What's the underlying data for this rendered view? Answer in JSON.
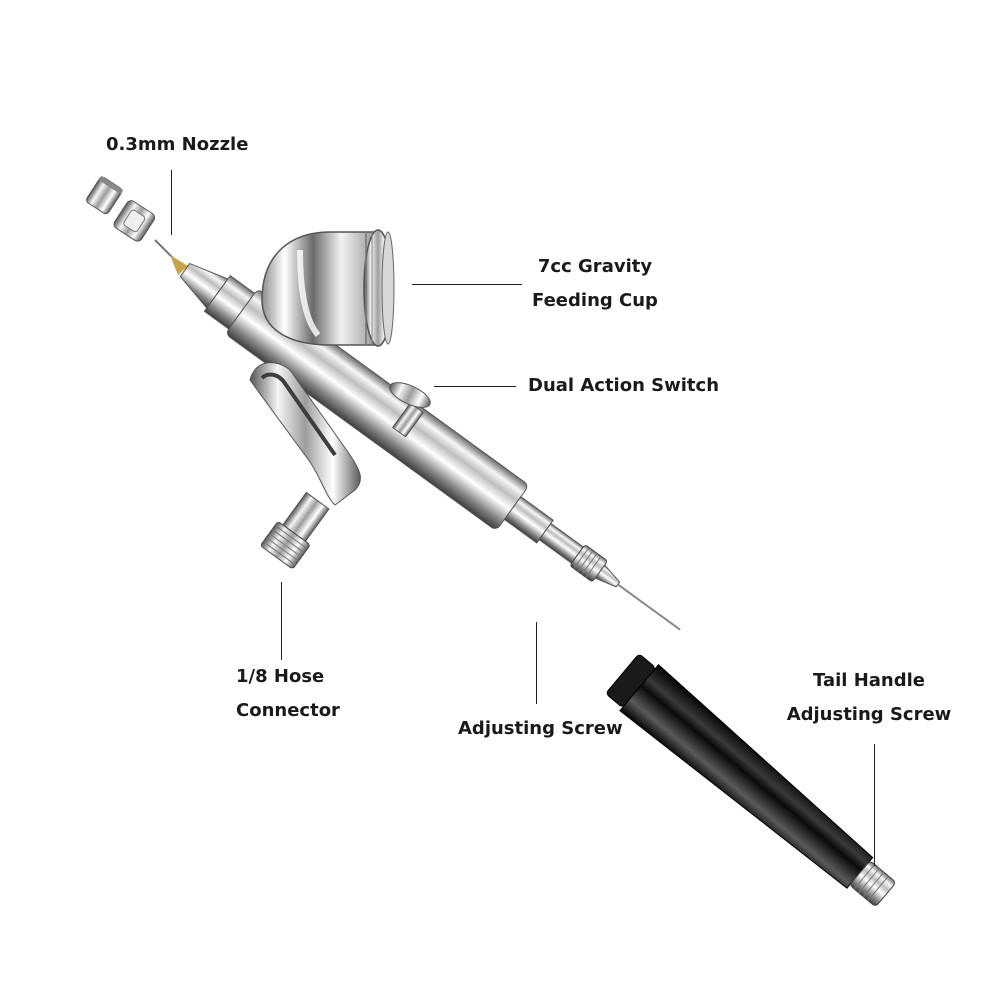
{
  "labels": {
    "nozzle": "0.3mm Nozzle",
    "cup_line1": "7cc Gravity",
    "cup_line2": "Feeding Cup",
    "switch": "Dual Action Switch",
    "hose_line1": "1/8 Hose",
    "hose_line2": "Connector",
    "adjusting_screw": "Adjusting Screw",
    "tail_line1": "Tail Handle",
    "tail_line2": "Adjusting Screw"
  },
  "colors": {
    "chrome_light": "#f4f4f4",
    "chrome_mid": "#b8b8b8",
    "chrome_dark": "#5a5a5a",
    "handle_black": "#0c0c0c",
    "brass": "#c8a24a",
    "text": "#1a1a1a"
  }
}
